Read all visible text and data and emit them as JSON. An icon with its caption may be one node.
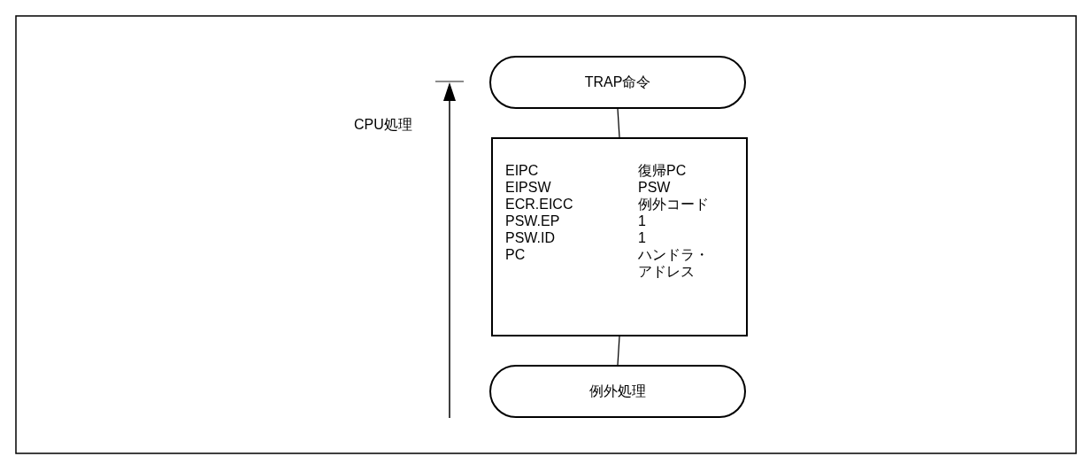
{
  "diagram": {
    "nodes": [
      {
        "text": [
          "TRAP命令"
        ]
      },
      {
        "text": [
          "EIPC",
          "復帰PC",
          "EIPSW",
          "PSW",
          "ECR.EICC",
          "例外コード",
          "PSW.EP",
          "1",
          "PSW.ID",
          "1",
          "PC",
          "ハンドラ・アドレス"
        ]
      },
      {
        "text": [
          "例外処理"
        ]
      }
    ],
    "edges": [
      {
        "from": 0,
        "to": 1,
        "arrow": "none"
      },
      {
        "from": 1,
        "to": 2,
        "arrow": "none"
      }
    ],
    "labels": [
      "CPU処理"
    ]
  }
}
